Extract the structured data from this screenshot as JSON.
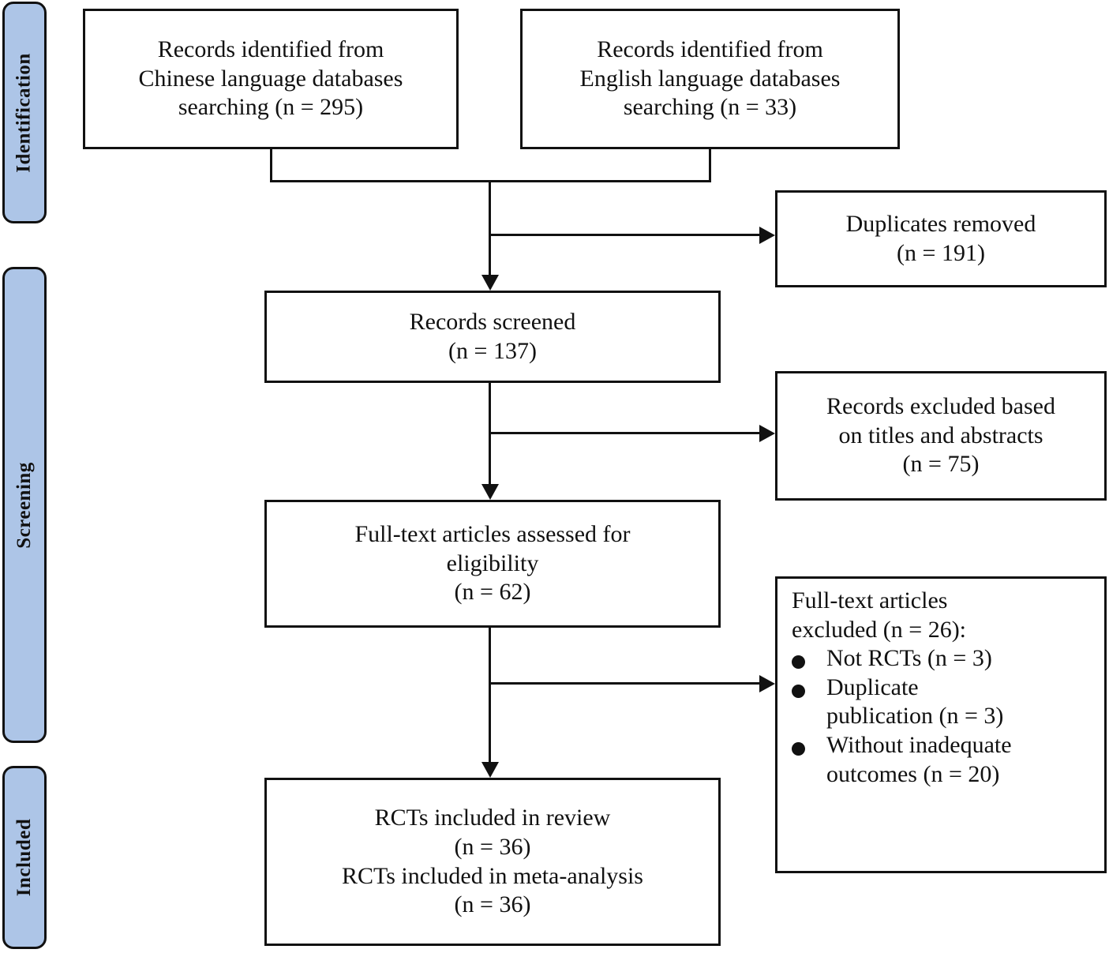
{
  "diagram": {
    "title": "PRISMA study selection flow diagram",
    "accent_color": "#adc5e7",
    "line_color": "#111111",
    "box_fill": "#ffffff"
  },
  "phases": [
    {
      "id": "identification",
      "label": "Identification"
    },
    {
      "id": "screening",
      "label": "Screening"
    },
    {
      "id": "included",
      "label": "Included"
    }
  ],
  "boxes": {
    "chinese_sources": {
      "lines": [
        "Records identified from",
        "Chinese language databases",
        "searching (n = 295)"
      ]
    },
    "english_sources": {
      "lines": [
        "Records identified from",
        "English language databases",
        "searching (n = 33)"
      ]
    },
    "duplicates_removed": {
      "lines": [
        "Duplicates removed",
        "(n = 191)"
      ]
    },
    "records_screened": {
      "lines": [
        "Records screened",
        "(n = 137)"
      ]
    },
    "records_excluded": {
      "lines": [
        "Records excluded based",
        "on titles and abstracts",
        "(n = 75)"
      ]
    },
    "fulltext_assessed": {
      "lines": [
        "Full-text articles assessed for",
        "eligibility",
        "(n = 62)"
      ]
    },
    "fulltext_excluded": {
      "heading": [
        "Full-text articles",
        "excluded  (n = 26):"
      ],
      "items": [
        {
          "lines": [
            "Not RCTs (n = 3)"
          ]
        },
        {
          "lines": [
            "Duplicate",
            "publication (n = 3)"
          ]
        },
        {
          "lines": [
            "Without inadequate",
            "outcomes (n = 20)"
          ]
        }
      ]
    },
    "included_final": {
      "lines": [
        "RCTs included in review",
        "(n = 36)",
        "RCTs included in meta-analysis",
        "(n = 36)"
      ]
    }
  }
}
